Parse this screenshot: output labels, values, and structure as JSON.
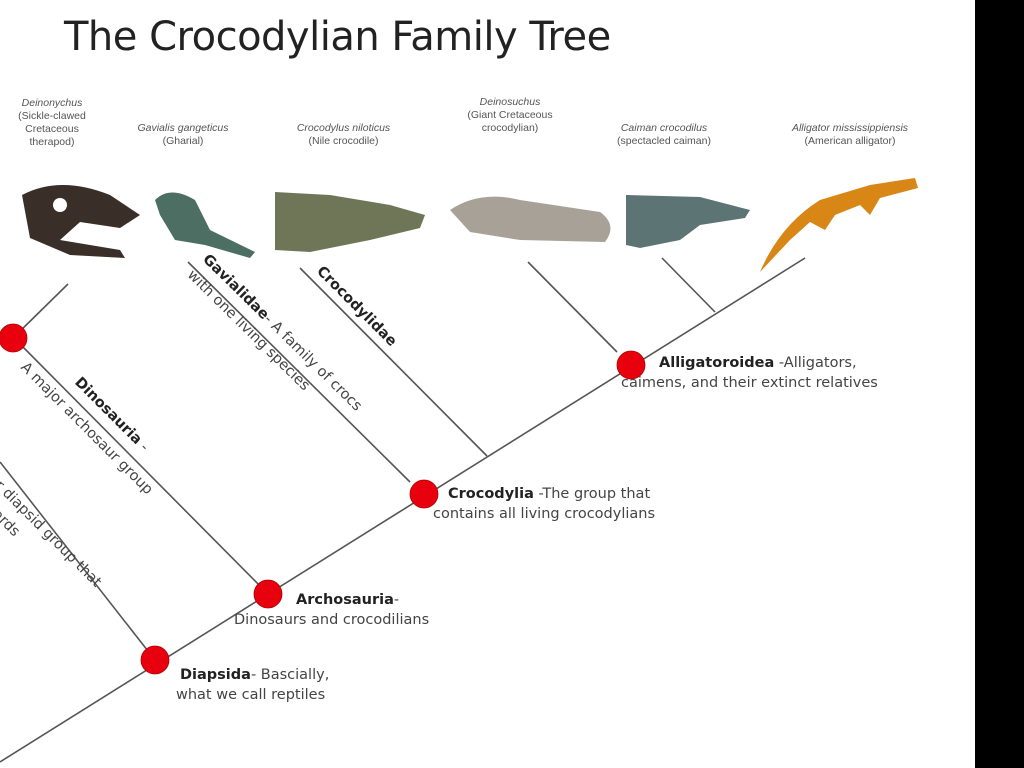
{
  "title": "The Crocodylian Family Tree",
  "species": [
    {
      "sci": "Deinonychus",
      "common": "(Sickle-clawed Cretaceous therapod)"
    },
    {
      "sci": "Gavialis gangeticus",
      "common": "(Gharial)"
    },
    {
      "sci": "Crocodylus niloticus",
      "common": "(Nile crocodile)"
    },
    {
      "sci": "Deinosuchus",
      "common": "(Giant Cretaceous crocodylian)"
    },
    {
      "sci": "Caiman crocodilus",
      "common": "(spectacled caiman)"
    },
    {
      "sci": "Alligator mississippiensis",
      "common": "(American alligator)"
    }
  ],
  "clades": {
    "alligatoroidea": {
      "name": "Alligatoroidea",
      "desc1": " -Alligators,",
      "desc2": "caimens, and their extinct relatives"
    },
    "crocodylia": {
      "name": "Crocodylia",
      "desc1": " -The group that",
      "desc2": "contains all living crocodylians"
    },
    "archosauria": {
      "name": "Archosauria",
      "desc1": "-",
      "desc2": "Dinosaurs and crocodilians"
    },
    "diapsida": {
      "name": "Diapsida",
      "desc1": "- Bascially,",
      "desc2": "what we call reptiles"
    },
    "gavialidae": {
      "name": "Gavialidae",
      "desc1": "- A family of crocs",
      "desc2": "with one living species"
    },
    "crocodylidae": {
      "name": "Crocodylidae"
    },
    "dinosauria": {
      "name": "Dinosauria",
      "desc1": " -",
      "desc2": "A major archosaur group"
    },
    "lepidosauria": {
      "desc1": "or diapsid group that",
      "desc2": "and lizards"
    }
  },
  "colors": {
    "node": "#e8000f",
    "line": "#555555"
  }
}
